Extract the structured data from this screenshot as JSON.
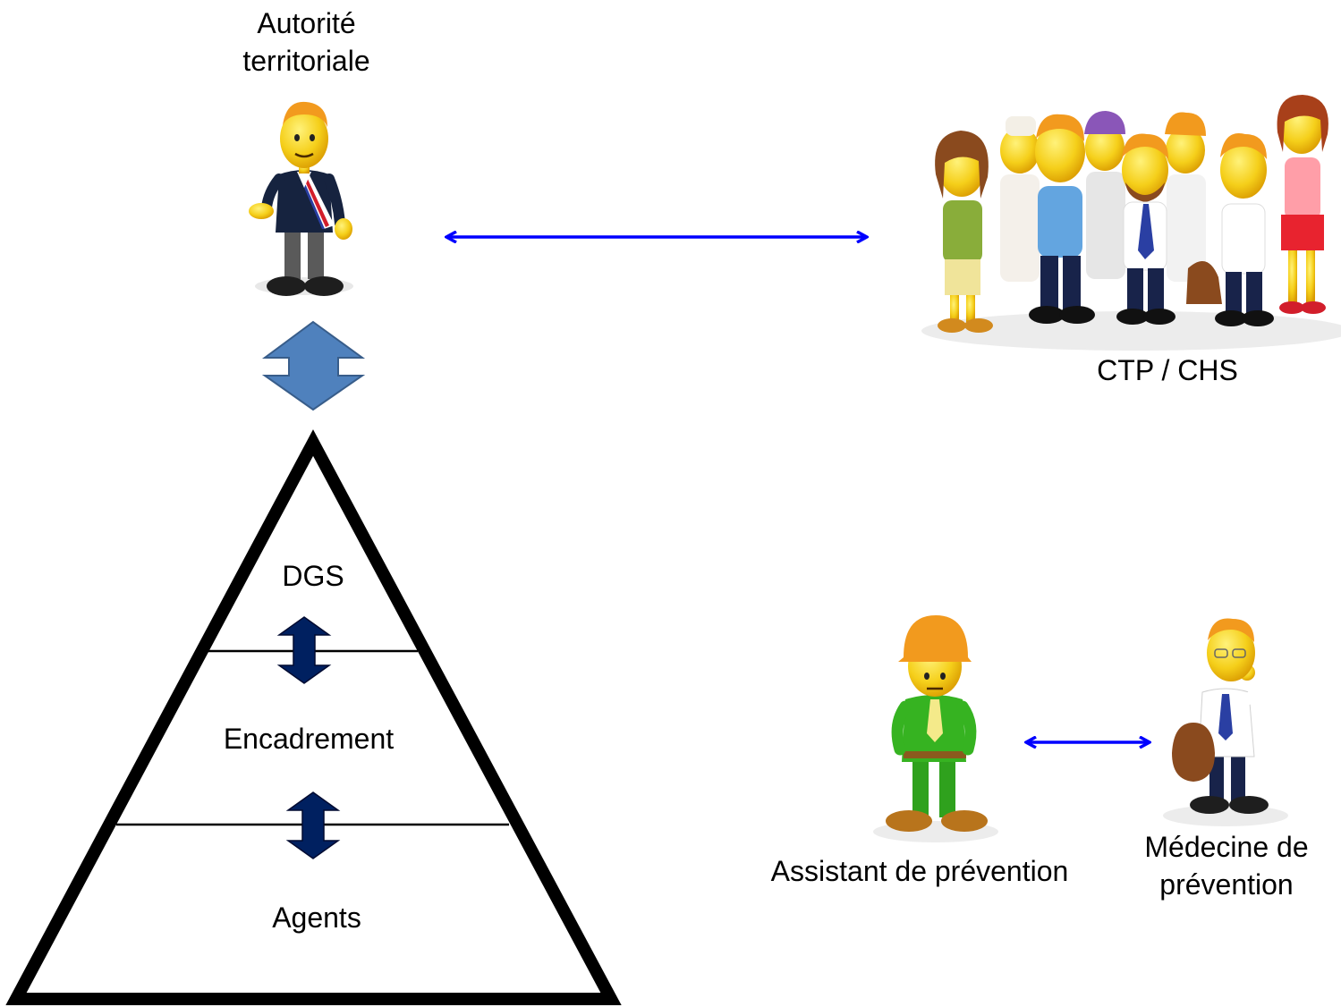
{
  "labels": {
    "autorite": [
      "Autorité",
      "territoriale"
    ],
    "ctp_chs": "CTP / CHS",
    "dgs": "DGS",
    "encadrement": "Encadrement",
    "agents": "Agents",
    "assistant": "Assistant de prévention",
    "medecine": [
      "Médecine de",
      "prévention"
    ]
  },
  "colors": {
    "arrow_blue": "#0000ff",
    "big_arrow_fill": "#4f81bd",
    "small_arrow_fill": "#002060",
    "skin": "#f7d21c",
    "hair": "#f29a1e",
    "pyramid_stroke": "#000000"
  },
  "figures": {
    "mayor": {
      "icon": "mayor-figure-icon"
    },
    "committee": {
      "icon": "committee-group-icon"
    },
    "assistant": {
      "icon": "safety-assistant-figure-icon"
    },
    "doctor": {
      "icon": "doctor-figure-icon"
    }
  }
}
